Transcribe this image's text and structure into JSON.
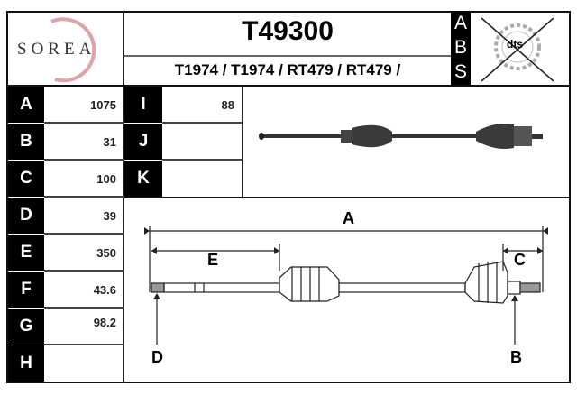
{
  "logo": {
    "text": "SOREA"
  },
  "header": {
    "part_number": "T49300",
    "references": "T1974 / T1974 / RT479 / RT479 /",
    "abs_letters": [
      "A",
      "B",
      "S"
    ],
    "dts_label": "dts"
  },
  "dimensions_left": [
    {
      "letter": "A",
      "value": "1075"
    },
    {
      "letter": "B",
      "value": "31"
    },
    {
      "letter": "C",
      "value": "100"
    },
    {
      "letter": "D",
      "value": "39"
    },
    {
      "letter": "E",
      "value": "350"
    },
    {
      "letter": "F",
      "value": "43.6"
    },
    {
      "letter": "G",
      "value": "98.2"
    },
    {
      "letter": "H",
      "value": ""
    }
  ],
  "dimensions_right": [
    {
      "letter": "I",
      "value": "88"
    },
    {
      "letter": "J",
      "value": ""
    },
    {
      "letter": "K",
      "value": ""
    }
  ],
  "diagram": {
    "labels": {
      "A": "A",
      "E": "E",
      "C": "C",
      "D": "D",
      "B": "B"
    }
  }
}
